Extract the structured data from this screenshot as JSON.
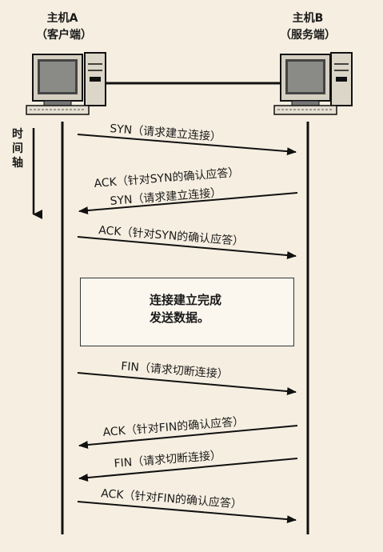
{
  "hosts": {
    "a": {
      "name": "主机A",
      "role": "（客户端）"
    },
    "b": {
      "name": "主机B",
      "role": "（服务端）"
    }
  },
  "time_axis": [
    "时",
    "间",
    "轴"
  ],
  "messages": [
    "SYN（请求建立连接）",
    "ACK（针对SYN的确认应答）",
    "SYN（请求建立连接）",
    "ACK（针对SYN的确认应答）",
    "FIN（请求切断连接）",
    "ACK（针对FIN的确认应答）",
    "FIN（请求切断连接）",
    "ACK（针对FIN的确认应答）"
  ],
  "status_box": {
    "line1": "连接建立完成",
    "line2": "发送数据。"
  }
}
